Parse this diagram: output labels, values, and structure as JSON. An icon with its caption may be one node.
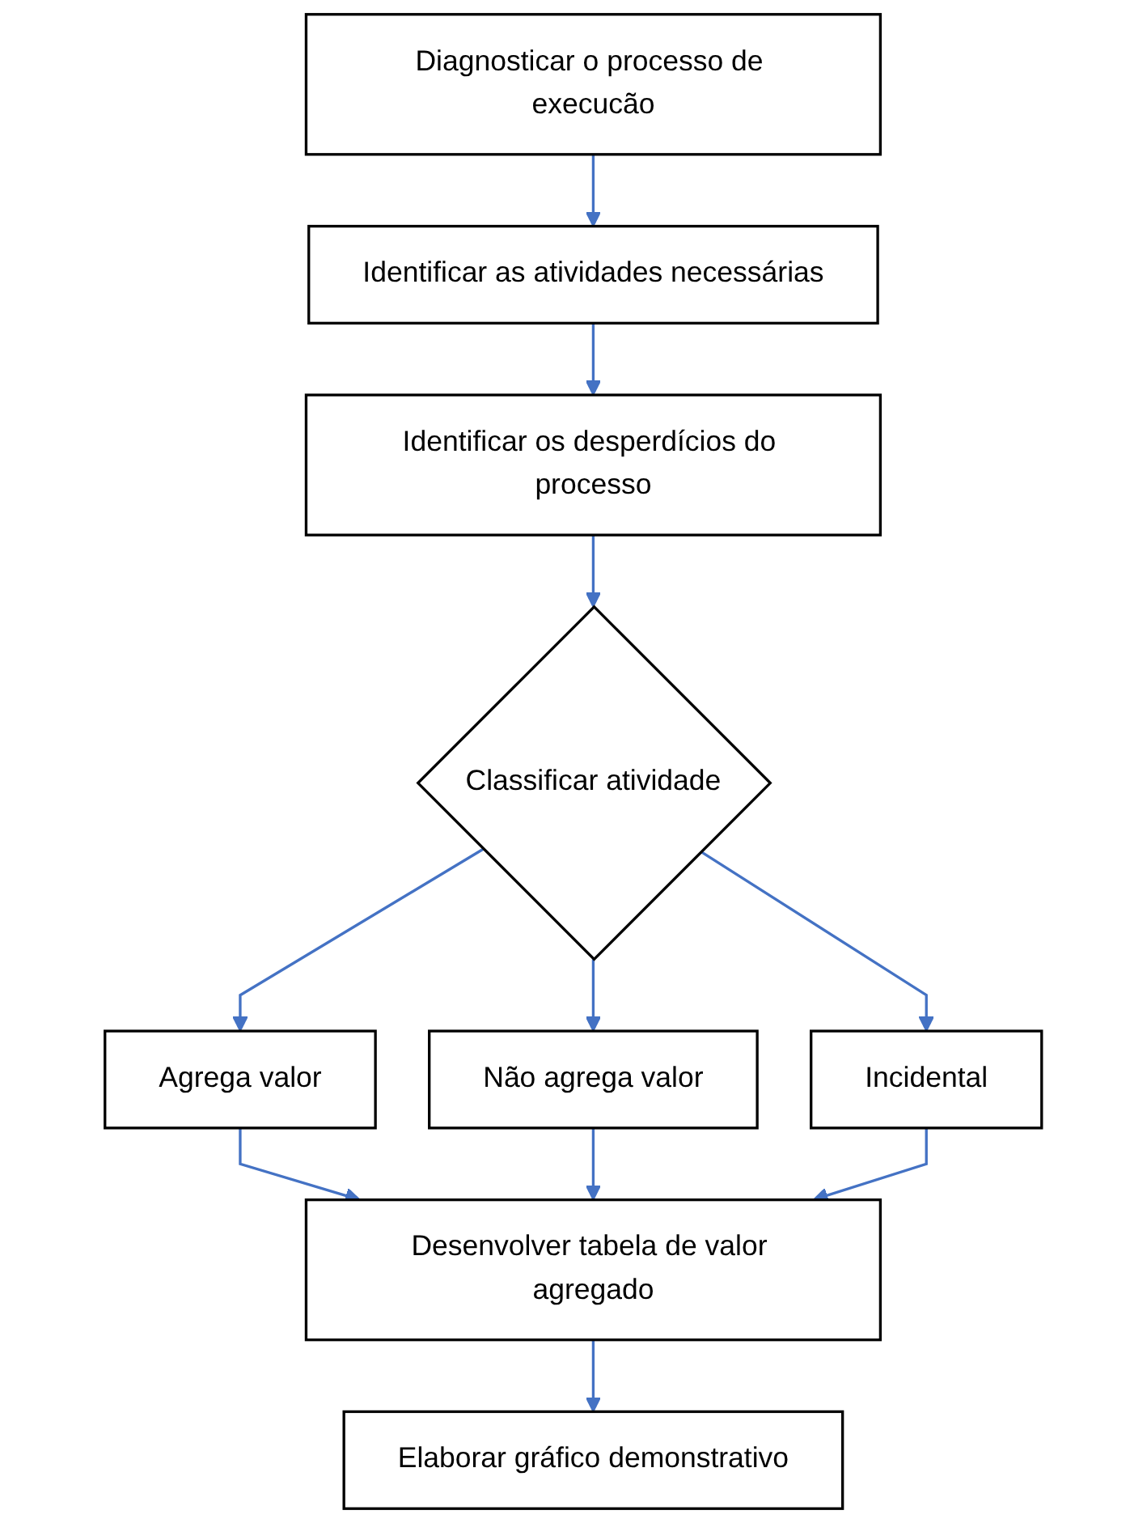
{
  "diagram": {
    "nodes": [
      {
        "text": [
          "Diagnosticar o processo de execucão"
        ]
      },
      {
        "text": [
          "Identificar as atividades necessárias"
        ]
      },
      {
        "text": [
          "Identificar os desperdícios do processo"
        ]
      },
      {
        "text": [
          "Classificar atividade"
        ]
      },
      {
        "text": [
          "Agrega valor"
        ]
      },
      {
        "text": [
          "Não agrega valor"
        ]
      },
      {
        "text": [
          "Incidental"
        ]
      },
      {
        "text": [
          "Desenvolver tabela de valor agregado"
        ]
      },
      {
        "text": [
          "Elaborar gráfico demonstrativo"
        ]
      }
    ],
    "edges": [
      {
        "from": 0,
        "to": 1,
        "arrow": "to"
      },
      {
        "from": 1,
        "to": 2,
        "arrow": "to"
      },
      {
        "from": 2,
        "to": 3,
        "arrow": "to"
      },
      {
        "from": 3,
        "to": 4,
        "arrow": "to"
      },
      {
        "from": 3,
        "to": 5,
        "arrow": "to"
      },
      {
        "from": 3,
        "to": 6,
        "arrow": "to"
      },
      {
        "from": 4,
        "to": 7,
        "arrow": "to"
      },
      {
        "from": 5,
        "to": 7,
        "arrow": "to"
      },
      {
        "from": 6,
        "to": 7,
        "arrow": "to"
      },
      {
        "from": 7,
        "to": 8,
        "arrow": "to"
      }
    ]
  }
}
